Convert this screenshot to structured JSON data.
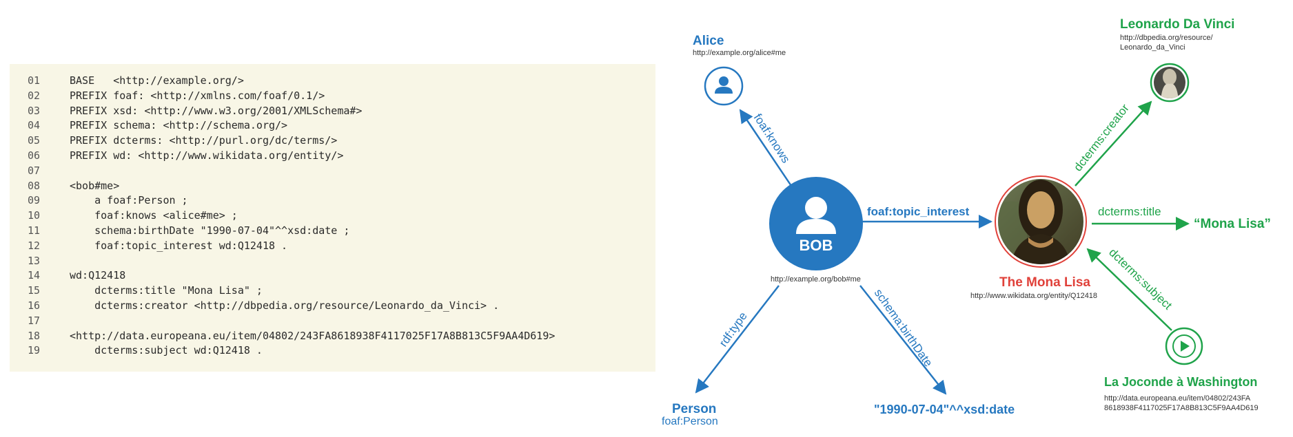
{
  "code": {
    "lines": [
      {
        "num": "01",
        "text": "BASE   <http://example.org/>"
      },
      {
        "num": "02",
        "text": "PREFIX foaf: <http://xmlns.com/foaf/0.1/>"
      },
      {
        "num": "03",
        "text": "PREFIX xsd: <http://www.w3.org/2001/XMLSchema#>"
      },
      {
        "num": "04",
        "text": "PREFIX schema: <http://schema.org/>"
      },
      {
        "num": "05",
        "text": "PREFIX dcterms: <http://purl.org/dc/terms/>"
      },
      {
        "num": "06",
        "text": "PREFIX wd: <http://www.wikidata.org/entity/>"
      },
      {
        "num": "07",
        "text": ""
      },
      {
        "num": "08",
        "text": "<bob#me>"
      },
      {
        "num": "09",
        "text": "    a foaf:Person ;"
      },
      {
        "num": "10",
        "text": "    foaf:knows <alice#me> ;"
      },
      {
        "num": "11",
        "text": "    schema:birthDate \"1990-07-04\"^^xsd:date ;"
      },
      {
        "num": "12",
        "text": "    foaf:topic_interest wd:Q12418 ."
      },
      {
        "num": "13",
        "text": ""
      },
      {
        "num": "14",
        "text": "wd:Q12418"
      },
      {
        "num": "15",
        "text": "    dcterms:title \"Mona Lisa\" ;"
      },
      {
        "num": "16",
        "text": "    dcterms:creator <http://dbpedia.org/resource/Leonardo_da_Vinci> ."
      },
      {
        "num": "17",
        "text": ""
      },
      {
        "num": "18",
        "text": "<http://data.europeana.eu/item/04802/243FA8618938F4117025F17A8B813C5F9AA4D619>"
      },
      {
        "num": "19",
        "text": "    dcterms:subject wd:Q12418 ."
      }
    ]
  },
  "graph": {
    "colors": {
      "blue": "#2678c0",
      "green": "#1fa34a",
      "red": "#e0413a"
    },
    "bob": {
      "label": "BOB",
      "uri": "http://example.org/bob#me",
      "icon": "person-icon"
    },
    "alice": {
      "name": "Alice",
      "uri": "http://example.org/alice#me",
      "icon": "person-icon"
    },
    "person": {
      "name": "Person",
      "sub": "foaf:Person"
    },
    "birthdate": {
      "value": "\"1990-07-04\"^^xsd:date"
    },
    "monalisa": {
      "name": "The Mona Lisa",
      "uri": "http://www.wikidata.org/entity/Q12418",
      "icon": "painting-portrait"
    },
    "leonardo": {
      "name": "Leonardo Da Vinci",
      "uri_line1": "http://dbpedia.org/resource/",
      "uri_line2": "Leonardo_da_Vinci",
      "icon": "portrait-photo"
    },
    "title_value": "“Mona Lisa”",
    "joconde": {
      "name": "La Joconde à Washington",
      "uri_line1": "http://data.europeana.eu/item/04802/243FA",
      "uri_line2": "8618938F4117025F17A8B813C5F9AA4D619",
      "icon": "play-icon"
    },
    "edges": {
      "knows": "foaf:knows",
      "topic_interest": "foaf:topic_interest",
      "type": "rdf:type",
      "birthdate": "schema:birthDate",
      "creator": "dcterms:creator",
      "title": "dcterms:title",
      "subject": "dcterms:subject"
    }
  }
}
